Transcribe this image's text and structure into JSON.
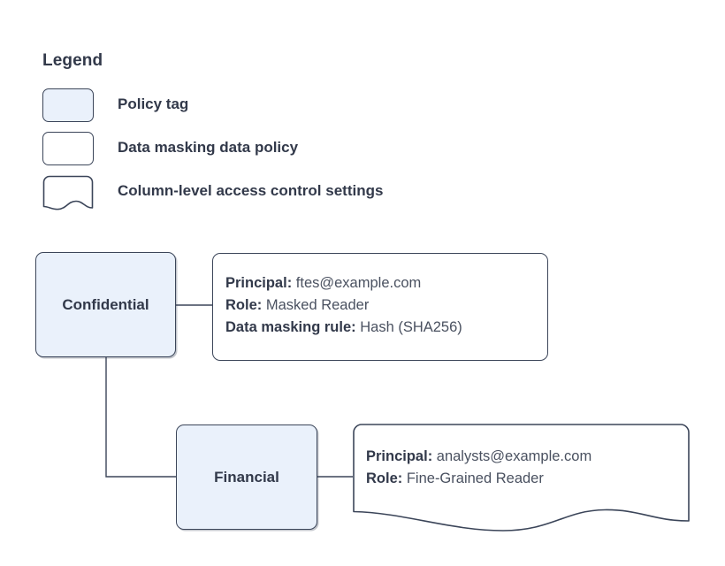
{
  "legend": {
    "title": "Legend",
    "items": [
      {
        "shape": "rounded-rect-filled",
        "label": "Policy tag"
      },
      {
        "shape": "rounded-rect",
        "label": "Data masking data policy"
      },
      {
        "shape": "document-wavy",
        "label": "Column-level access control settings"
      }
    ]
  },
  "colors": {
    "node_fill": "#eaf1fb",
    "stroke": "#3b4559",
    "text": "#32394a",
    "value_text": "#4a5160",
    "background": "#ffffff"
  },
  "nodes": [
    {
      "id": "confidential",
      "label": "Confidential"
    },
    {
      "id": "financial",
      "label": "Financial"
    }
  ],
  "details": [
    {
      "id": "confidential-policy",
      "shape": "rounded-rect",
      "lines": [
        {
          "key": "Principal:",
          "value": "ftes@example.com"
        },
        {
          "key": "Role:",
          "value": "Masked Reader"
        },
        {
          "key": "Data masking rule:",
          "value": "Hash (SHA256)"
        }
      ]
    },
    {
      "id": "financial-settings",
      "shape": "document-wavy",
      "lines": [
        {
          "key": "Principal:",
          "value": "analysts@example.com"
        },
        {
          "key": "Role:",
          "value": "Fine-Grained Reader"
        }
      ]
    }
  ]
}
